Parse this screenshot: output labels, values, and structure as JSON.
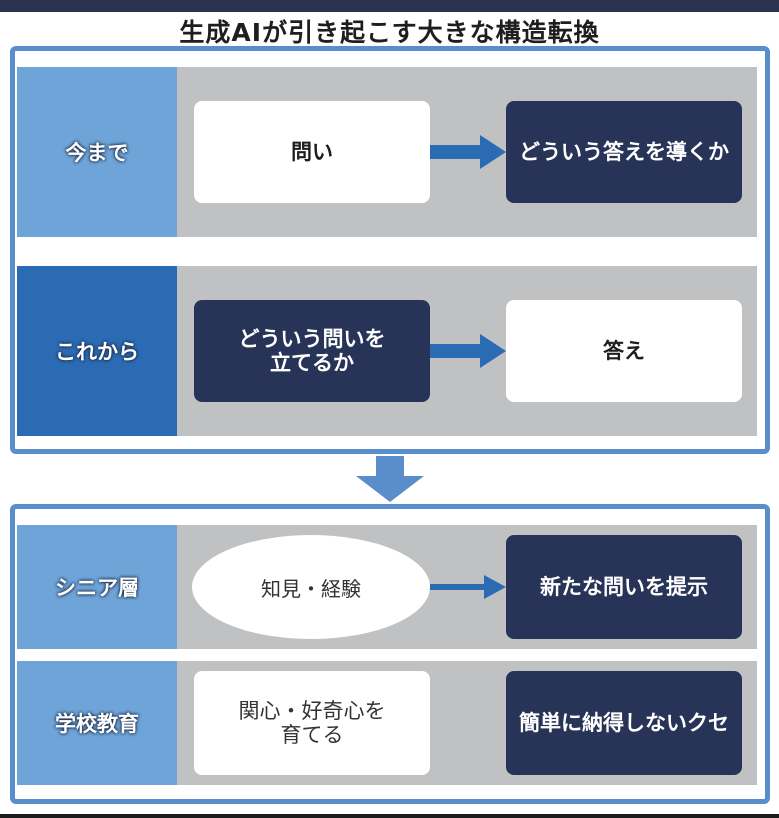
{
  "title": "生成AIが引き起こす大きな構造転換",
  "before_after": {
    "rows": [
      {
        "label": "今まで",
        "left": "問い",
        "right": "どういう答えを導くか"
      },
      {
        "label": "これから",
        "left_line1": "どういう問いを",
        "left_line2": "立てるか",
        "right": "答え"
      }
    ]
  },
  "applications": {
    "rows": [
      {
        "label": "シニア層",
        "left": "知見・経験",
        "right": "新たな問いを提示"
      },
      {
        "label": "学校教育",
        "left_line1": "関心・好奇心を",
        "left_line2": "育てる",
        "right": "簡単に納得しないクセ"
      }
    ]
  },
  "colors": {
    "panel_border": "#5a8ecb",
    "row_bg": "#bfc1c3",
    "label_light": "#6ea4d7",
    "label_dark": "#2b6bb4",
    "navy_box": "#283457",
    "arrow": "#2b6bb4"
  }
}
